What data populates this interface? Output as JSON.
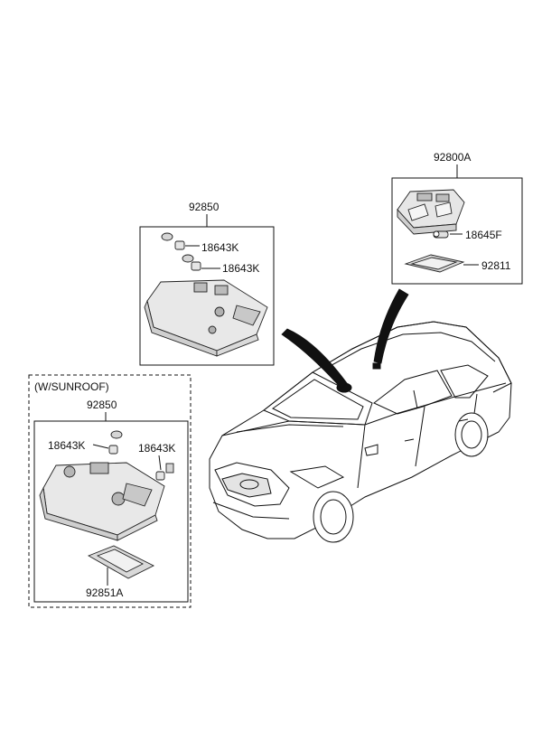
{
  "labels": {
    "assy_92800a": "92800A",
    "assy_92850_main": "92850",
    "bulb_18643k_a": "18643K",
    "bulb_18643k_b": "18643K",
    "bulb_18645f": "18645F",
    "lens_92811": "92811",
    "sunroof_group_title": "(W/SUNROOF)",
    "assy_92850_sunroof": "92850",
    "sunroof_bulb_left": "18643K",
    "sunroof_bulb_right": "18643K",
    "lens_92851a": "92851A"
  },
  "icons": [
    "vehicle-illustration",
    "overhead-console-lamp",
    "room-lamp",
    "bulb",
    "lens",
    "pointer-arrow"
  ]
}
